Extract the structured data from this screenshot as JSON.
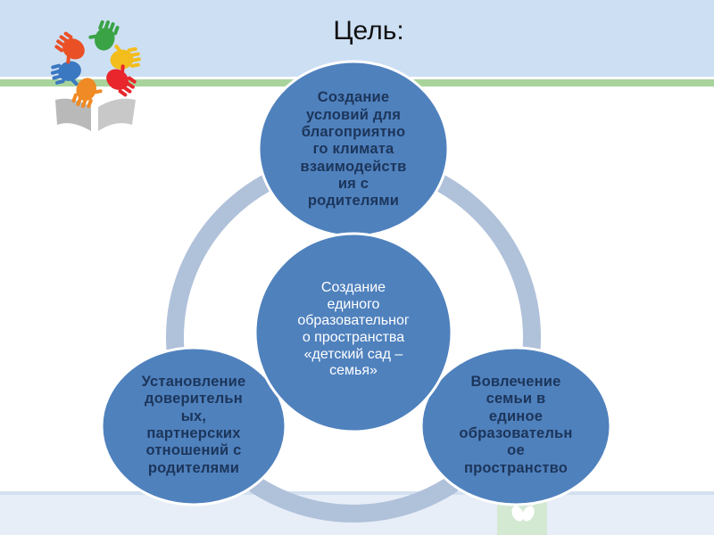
{
  "title": "Цель:",
  "colors": {
    "header_band": "#cddff3",
    "accent_line": "#a8d49c",
    "node_fill": "#4f81bd",
    "ring": "#b0c1da",
    "outer_text": "#1c355a",
    "center_text": "#ffffff"
  },
  "logo": {
    "icon": "hands-flower-book-logo",
    "hand_colors": [
      "#3aa346",
      "#f3bd1c",
      "#e8262b",
      "#f08a24",
      "#3b78c2",
      "#ea5026"
    ]
  },
  "diagram": {
    "type": "radial-cycle",
    "center": {
      "lines": [
        "Создание",
        "единого",
        "образовательног",
        "о пространства",
        "«детский сад –",
        "семья»"
      ]
    },
    "nodes": [
      {
        "position": "top",
        "lines": [
          "Создание",
          "условий для",
          "благоприятно",
          "го климата",
          "взаимодейств",
          "ия с",
          "родителями"
        ]
      },
      {
        "position": "bottom-right",
        "lines": [
          "Вовлечение",
          "семьи в",
          "единое",
          "образовательн",
          "ое",
          "пространство"
        ]
      },
      {
        "position": "bottom-left",
        "lines": [
          "Установление",
          "доверительн",
          "ых,",
          "партнерских",
          "отношений с",
          "родителями"
        ]
      }
    ]
  },
  "footer": {
    "icon": "white-hands-icon"
  }
}
